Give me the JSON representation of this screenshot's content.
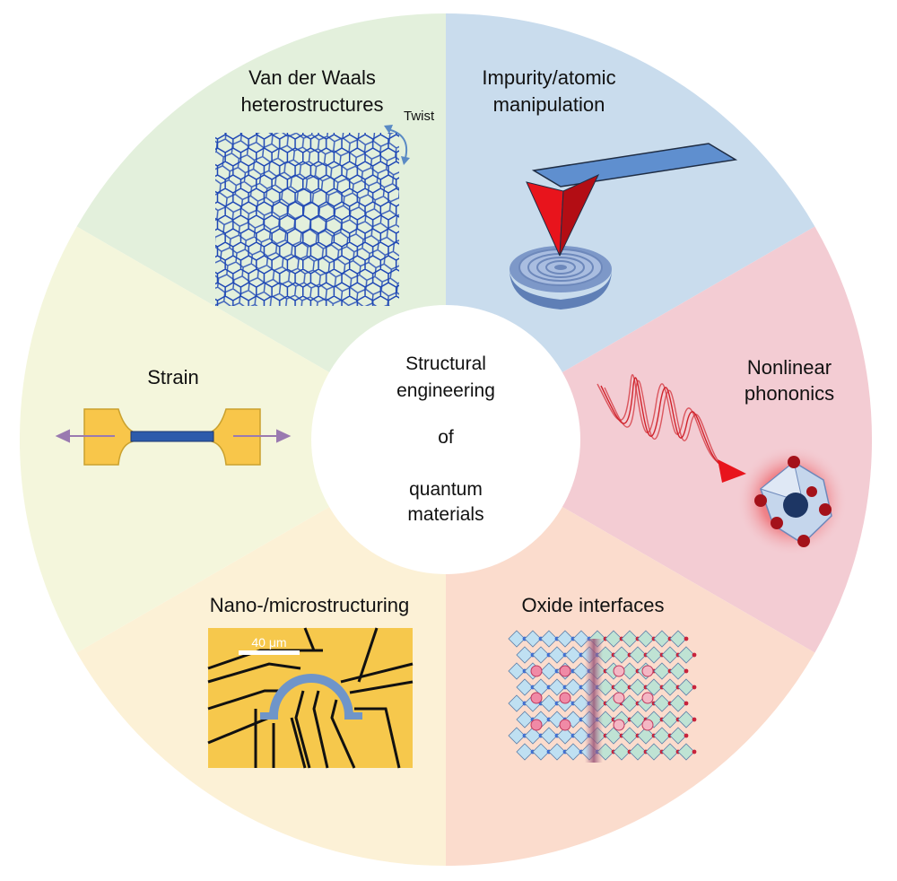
{
  "center": {
    "lines": [
      "Structural",
      "engineering",
      "of",
      "quantum",
      "materials"
    ]
  },
  "segments": {
    "vdw": {
      "line1": "Van der Waals",
      "line2": "heterostructures",
      "twist": "Twist",
      "color": "#e3f0dc",
      "icon": "twisted-hexagonal-lattice"
    },
    "impurity": {
      "line1": "Impurity/atomic",
      "line2": "manipulation",
      "color": "#c9dced",
      "icon": "stm-tip-quantum-corral"
    },
    "phononics": {
      "line1": "Nonlinear",
      "line2": "phononics",
      "color": "#f3ccd3",
      "icon": "laser-pulse-octahedron"
    },
    "oxide": {
      "line1": "Oxide interfaces",
      "color": "#fbdccd",
      "icon": "oxide-lattice-interface"
    },
    "nano": {
      "line1": "Nano-/microstructuring",
      "scalebar": "40 μm",
      "color": "#fcf1d6",
      "icon": "microdevice"
    },
    "strain": {
      "line1": "Strain",
      "color": "#f4f6dc",
      "icon": "strain-cell"
    }
  }
}
